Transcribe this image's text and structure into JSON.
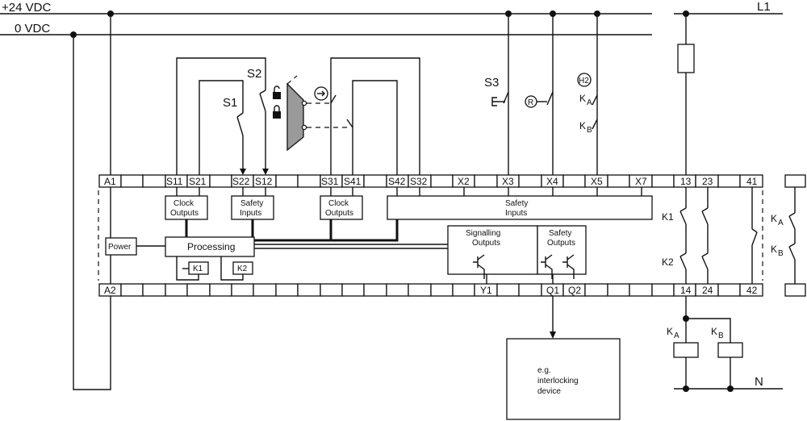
{
  "rails": {
    "plus24": "+24 VDC",
    "zero": "0 VDC",
    "l1": "L1",
    "n": "N"
  },
  "terminals_top": [
    "A1",
    "S11",
    "S21",
    "S22",
    "S12",
    "S31",
    "S41",
    "S42",
    "S32",
    "X2",
    "X3",
    "X4",
    "X5",
    "X7",
    "13",
    "23",
    "41"
  ],
  "terminals_bottom": [
    "A2",
    "Y1",
    "Q1",
    "Q2",
    "14",
    "24",
    "42"
  ],
  "switches": {
    "s1": "S1",
    "s2": "S2",
    "s3": "S3",
    "h2": "H2",
    "r": "R"
  },
  "blocks": {
    "clock1": [
      "Clock",
      "Outputs"
    ],
    "safety_in1": [
      "Safety",
      "Inputs"
    ],
    "clock2": [
      "Clock",
      "Outputs"
    ],
    "safety_in2": [
      "Safety",
      "Inputs"
    ],
    "power": "Power",
    "processing": "Processing",
    "k1": "K1",
    "k2": "K2",
    "signalling": [
      "Signalling",
      "Outputs"
    ],
    "safety_out": [
      "Safety",
      "Outputs"
    ],
    "device": [
      "e.g.",
      "interlocking",
      "device"
    ]
  },
  "contacts": {
    "k1": "K1",
    "k2": "K2",
    "ka": "K",
    "kb": "K",
    "sub_a": "A",
    "sub_b": "B"
  }
}
